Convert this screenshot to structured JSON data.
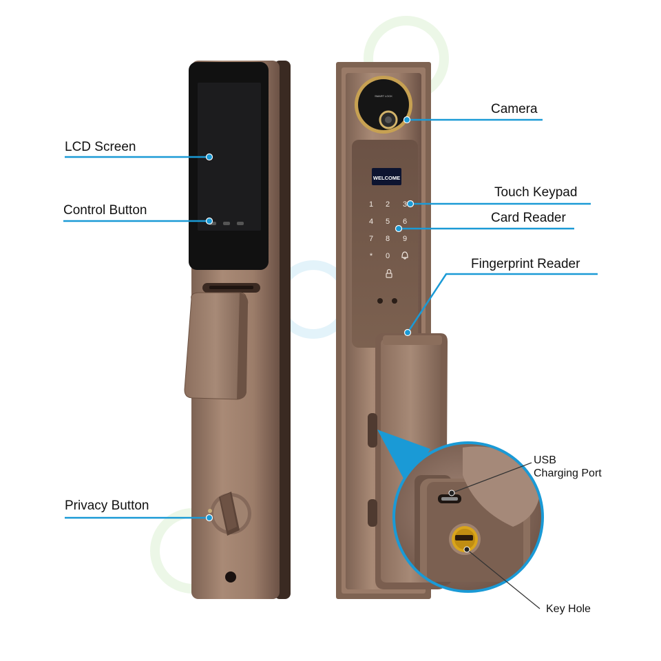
{
  "callouts": {
    "lcd_screen": "LCD Screen",
    "control_button": "Control Button",
    "privacy_button": "Privacy Button",
    "camera": "Camera",
    "touch_keypad": "Touch Keypad",
    "card_reader": "Card Reader",
    "fingerprint_reader": "Fingerprint Reader",
    "usb_charging_port_line1": "USB",
    "usb_charging_port_line2": "Charging Port",
    "key_hole": "Key Hole"
  },
  "device": {
    "camera_ring_text": "SMART LOCK",
    "display_text": "WELCOME",
    "keypad_keys": [
      "1",
      "2",
      "3",
      "4",
      "5",
      "6",
      "7",
      "8",
      "9",
      "*",
      "0",
      "bell-icon"
    ]
  },
  "colors": {
    "callout_line": "#1a9ad6",
    "lock_body": "#9a7a66",
    "lock_dark": "#5e463a",
    "keyhole_gold": "#d9a51c"
  }
}
